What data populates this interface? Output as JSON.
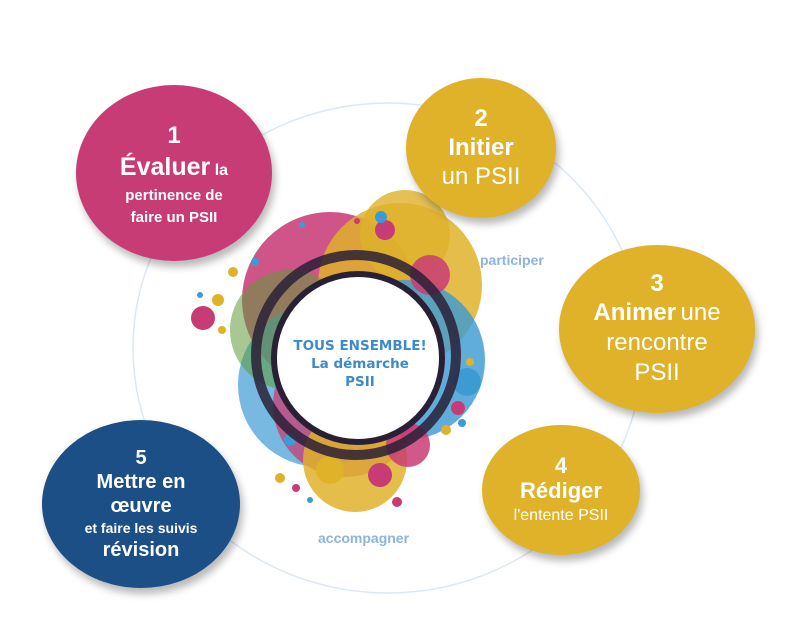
{
  "center": {
    "line1": "TOUS ENSEMBLE!",
    "line2": "La démarche",
    "line3": "PSII"
  },
  "arc_labels": {
    "participate": "participer",
    "accompany": "accompagner"
  },
  "steps": [
    {
      "number": "1",
      "title": "Évaluer",
      "title_rest": "la",
      "line2": "pertinence de",
      "line3": "faire un PSII",
      "color": "#c83c76"
    },
    {
      "number": "2",
      "title": "Initier",
      "line2": "un PSII",
      "color": "#dfb22a"
    },
    {
      "number": "3",
      "title": "Animer",
      "title_rest": "une",
      "line2": "rencontre",
      "line3": "PSII",
      "color": "#dfb22a"
    },
    {
      "number": "4",
      "title": "Rédiger",
      "line2": "l'entente PSII",
      "color": "#dfb22a"
    },
    {
      "number": "5",
      "title": "Mettre en",
      "line2": "œuvre",
      "line3": "et faire les suivis",
      "line4": "révision",
      "color": "#1b4f86"
    }
  ],
  "colors": {
    "pink": "#c83c76",
    "yellow": "#dfb22a",
    "navy": "#1b4f86",
    "blue": "#3d9bd3",
    "ring": "#2a2036",
    "guide": "#dbe8f4"
  }
}
